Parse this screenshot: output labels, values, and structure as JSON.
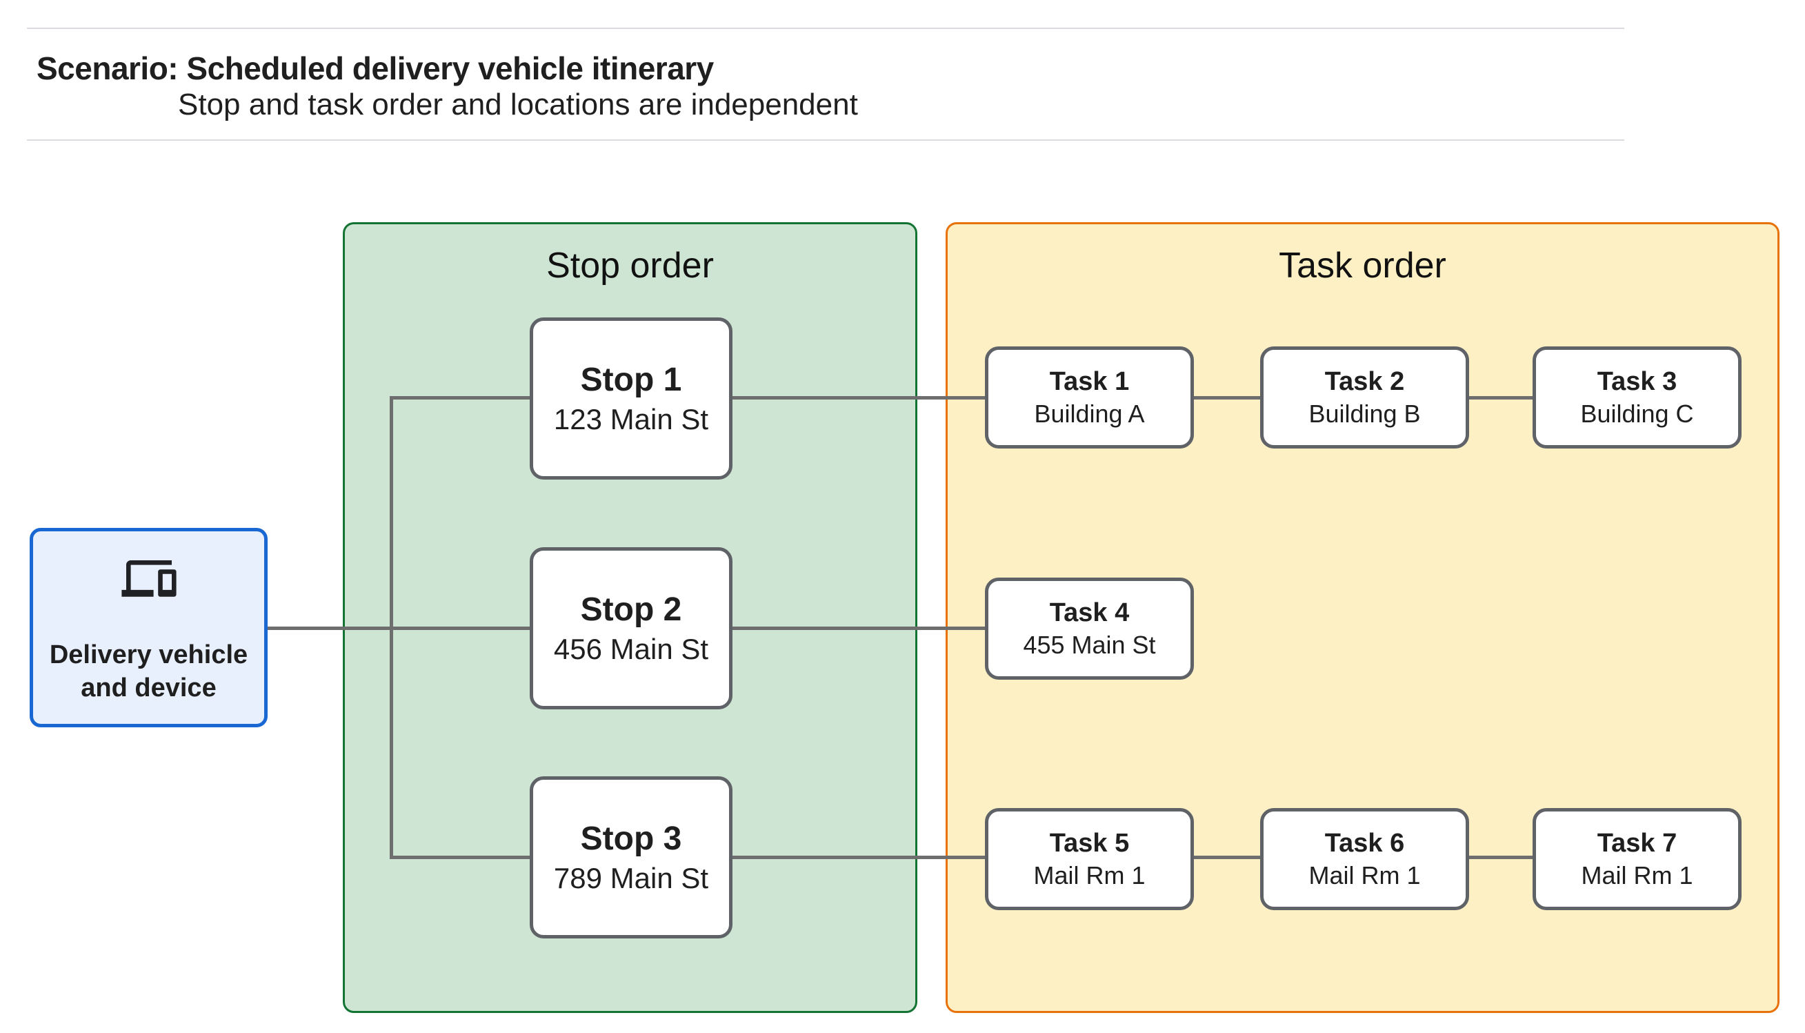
{
  "header": {
    "title": "Scenario: Scheduled delivery vehicle itinerary",
    "subtitle": "Stop and task order and locations are independent"
  },
  "delivery": {
    "label": "Delivery vehicle and device",
    "icon": "devices-icon"
  },
  "stop_panel": {
    "title": "Stop order"
  },
  "task_panel": {
    "title": "Task order"
  },
  "stops": [
    {
      "title": "Stop 1",
      "location": "123 Main St"
    },
    {
      "title": "Stop 2",
      "location": "456 Main St"
    },
    {
      "title": "Stop 3",
      "location": "789 Main St"
    }
  ],
  "tasks": [
    {
      "title": "Task 1",
      "location": "Building A"
    },
    {
      "title": "Task 2",
      "location": "Building B"
    },
    {
      "title": "Task 3",
      "location": "Building C"
    },
    {
      "title": "Task 4",
      "location": "455 Main St"
    },
    {
      "title": "Task 5",
      "location": "Mail Rm 1"
    },
    {
      "title": "Task 6",
      "location": "Mail Rm 1"
    },
    {
      "title": "Task 7",
      "location": "Mail Rm 1"
    }
  ],
  "colors": {
    "stop-panel-fill": "#CEE5D3",
    "stop-panel-border": "#137333",
    "task-panel-fill": "#FCF0C4",
    "task-panel-border": "#E8710A",
    "delivery-fill": "#E8F0FE",
    "delivery-border": "#1967D2",
    "node-border": "#5F6368",
    "connector": "#6E6E6E",
    "text": "#1F1F1F",
    "rule": "#DADCE0"
  }
}
